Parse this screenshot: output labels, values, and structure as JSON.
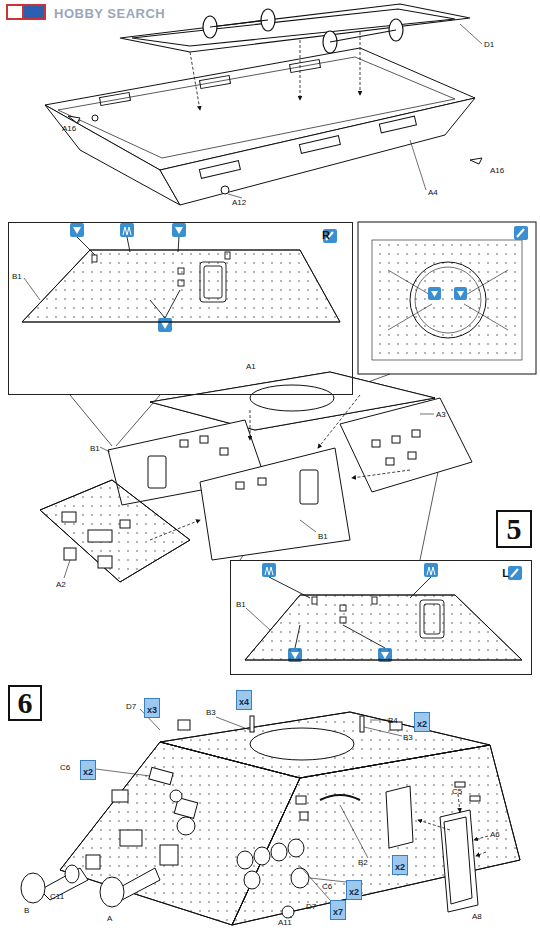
{
  "diagram": {
    "nodes": [
      {
        "text": [
          "R"
        ]
      },
      {
        "text": [
          "5"
        ]
      },
      {
        "text": [
          "L"
        ]
      },
      {
        "text": [
          "6"
        ]
      },
      {
        "text": [
          "x3"
        ]
      },
      {
        "text": [
          "x4"
        ]
      },
      {
        "text": [
          "x2"
        ]
      },
      {
        "text": [
          "x2"
        ]
      },
      {
        "text": [
          "x2"
        ]
      },
      {
        "text": [
          "x2"
        ]
      },
      {
        "text": [
          "x7"
        ]
      }
    ],
    "labels": [
      "HOBBY SEARCH",
      "A16",
      "D1",
      "A16",
      "A4",
      "A12",
      "B1",
      "B1",
      "A1",
      "A3",
      "B1",
      "A2",
      "B1",
      "D7",
      "B3",
      "B4",
      "B3",
      "C6",
      "C5",
      "A6",
      "B2",
      "C6",
      "D7",
      "A11",
      "A8",
      "B",
      "C11",
      "A"
    ]
  }
}
